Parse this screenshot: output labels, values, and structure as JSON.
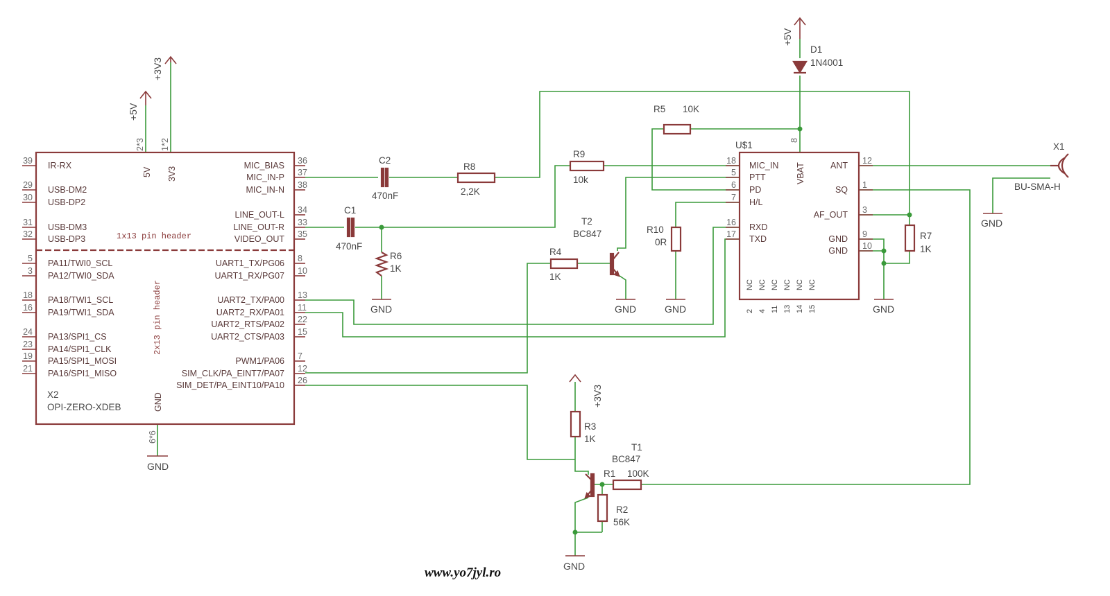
{
  "x2": {
    "ref": "X2",
    "value": "OPI-ZERO-XDEB",
    "header_1x13": "1x13 pin header",
    "header_2x13": "2x13 pin header",
    "pwr_5v": "5V",
    "pwr_3v3": "3V3",
    "gnd_label": "GND",
    "pin_5v": "2*3",
    "pin_3v3": "1*2",
    "pin_gnd": "6*6",
    "left_pins": [
      {
        "num": "39",
        "name": "IR-RX"
      },
      {
        "num": "29",
        "name": "USB-DM2"
      },
      {
        "num": "30",
        "name": "USB-DP2"
      },
      {
        "num": "31",
        "name": "USB-DM3"
      },
      {
        "num": "32",
        "name": "USB-DP3"
      },
      {
        "num": "5",
        "name": "PA11/TWI0_SCL"
      },
      {
        "num": "3",
        "name": "PA12/TWI0_SDA"
      },
      {
        "num": "18",
        "name": "PA18/TWI1_SCL"
      },
      {
        "num": "16",
        "name": "PA19/TWI1_SDA"
      },
      {
        "num": "24",
        "name": "PA13/SPI1_CS"
      },
      {
        "num": "23",
        "name": "PA14/SPI1_CLK"
      },
      {
        "num": "19",
        "name": "PA15/SPI1_MOSI"
      },
      {
        "num": "21",
        "name": "PA16/SPI1_MISO"
      }
    ],
    "right_pins": [
      {
        "num": "36",
        "name": "MIC_BIAS"
      },
      {
        "num": "37",
        "name": "MIC_IN-P"
      },
      {
        "num": "38",
        "name": "MIC_IN-N"
      },
      {
        "num": "34",
        "name": "LINE_OUT-L"
      },
      {
        "num": "33",
        "name": "LINE_OUT-R"
      },
      {
        "num": "35",
        "name": "VIDEO_OUT"
      },
      {
        "num": "8",
        "name": "UART1_TX/PG06"
      },
      {
        "num": "10",
        "name": "UART1_RX/PG07"
      },
      {
        "num": "13",
        "name": "UART2_TX/PA00"
      },
      {
        "num": "11",
        "name": "UART2_RX/PA01"
      },
      {
        "num": "22",
        "name": "UART2_RTS/PA02"
      },
      {
        "num": "15",
        "name": "UART2_CTS/PA03"
      },
      {
        "num": "7",
        "name": "PWM1/PA06"
      },
      {
        "num": "12",
        "name": "SIM_CLK/PA_EINT7/PA07"
      },
      {
        "num": "26",
        "name": "SIM_DET/PA_EINT10/PA10"
      }
    ]
  },
  "u1": {
    "ref": "U$1",
    "vbat": "VBAT",
    "left_pins": [
      {
        "num": "18",
        "name": "MIC_IN"
      },
      {
        "num": "5",
        "name": "PTT"
      },
      {
        "num": "6",
        "name": "PD"
      },
      {
        "num": "7",
        "name": "H/L"
      },
      {
        "num": "16",
        "name": "RXD"
      },
      {
        "num": "17",
        "name": "TXD"
      }
    ],
    "right_pins": [
      {
        "num": "12",
        "name": "ANT"
      },
      {
        "num": "1",
        "name": "SQ"
      },
      {
        "num": "3",
        "name": "AF_OUT"
      },
      {
        "num": "9",
        "name": "GND"
      },
      {
        "num": "10",
        "name": "GND"
      }
    ],
    "top_pin": "8",
    "nc_pins": [
      {
        "num": "2",
        "name": "NC"
      },
      {
        "num": "4",
        "name": "NC"
      },
      {
        "num": "11",
        "name": "NC"
      },
      {
        "num": "13",
        "name": "NC"
      },
      {
        "num": "14",
        "name": "NC"
      },
      {
        "num": "15",
        "name": "NC"
      }
    ]
  },
  "parts": {
    "c2": {
      "ref": "C2",
      "value": "470nF"
    },
    "c1": {
      "ref": "C1",
      "value": "470nF"
    },
    "r8": {
      "ref": "R8",
      "value": "2,2K"
    },
    "r9": {
      "ref": "R9",
      "value": "10k"
    },
    "r5": {
      "ref": "R5",
      "value": "10K"
    },
    "r6": {
      "ref": "R6",
      "value": "1K"
    },
    "r4": {
      "ref": "R4",
      "value": "1K"
    },
    "r10": {
      "ref": "R10",
      "value": "0R"
    },
    "r7": {
      "ref": "R7",
      "value": "1K"
    },
    "r3": {
      "ref": "R3",
      "value": "1K"
    },
    "r1": {
      "ref": "R1",
      "value": "100K"
    },
    "r2": {
      "ref": "R2",
      "value": "56K"
    },
    "t2": {
      "ref": "T2",
      "value": "BC847"
    },
    "t1": {
      "ref": "T1",
      "value": "BC847"
    },
    "d1": {
      "ref": "D1",
      "value": "1N4001"
    },
    "x1": {
      "ref": "X1",
      "value": "BU-SMA-H"
    }
  },
  "supplies": {
    "p5v": "+5V",
    "p3v3": "+3V3",
    "gnd": "GND"
  },
  "website": "www.yo7jyl.ro",
  "colors": {
    "wire": "#3a9a3a",
    "component": "#8a3a3a",
    "text": "#474747"
  }
}
